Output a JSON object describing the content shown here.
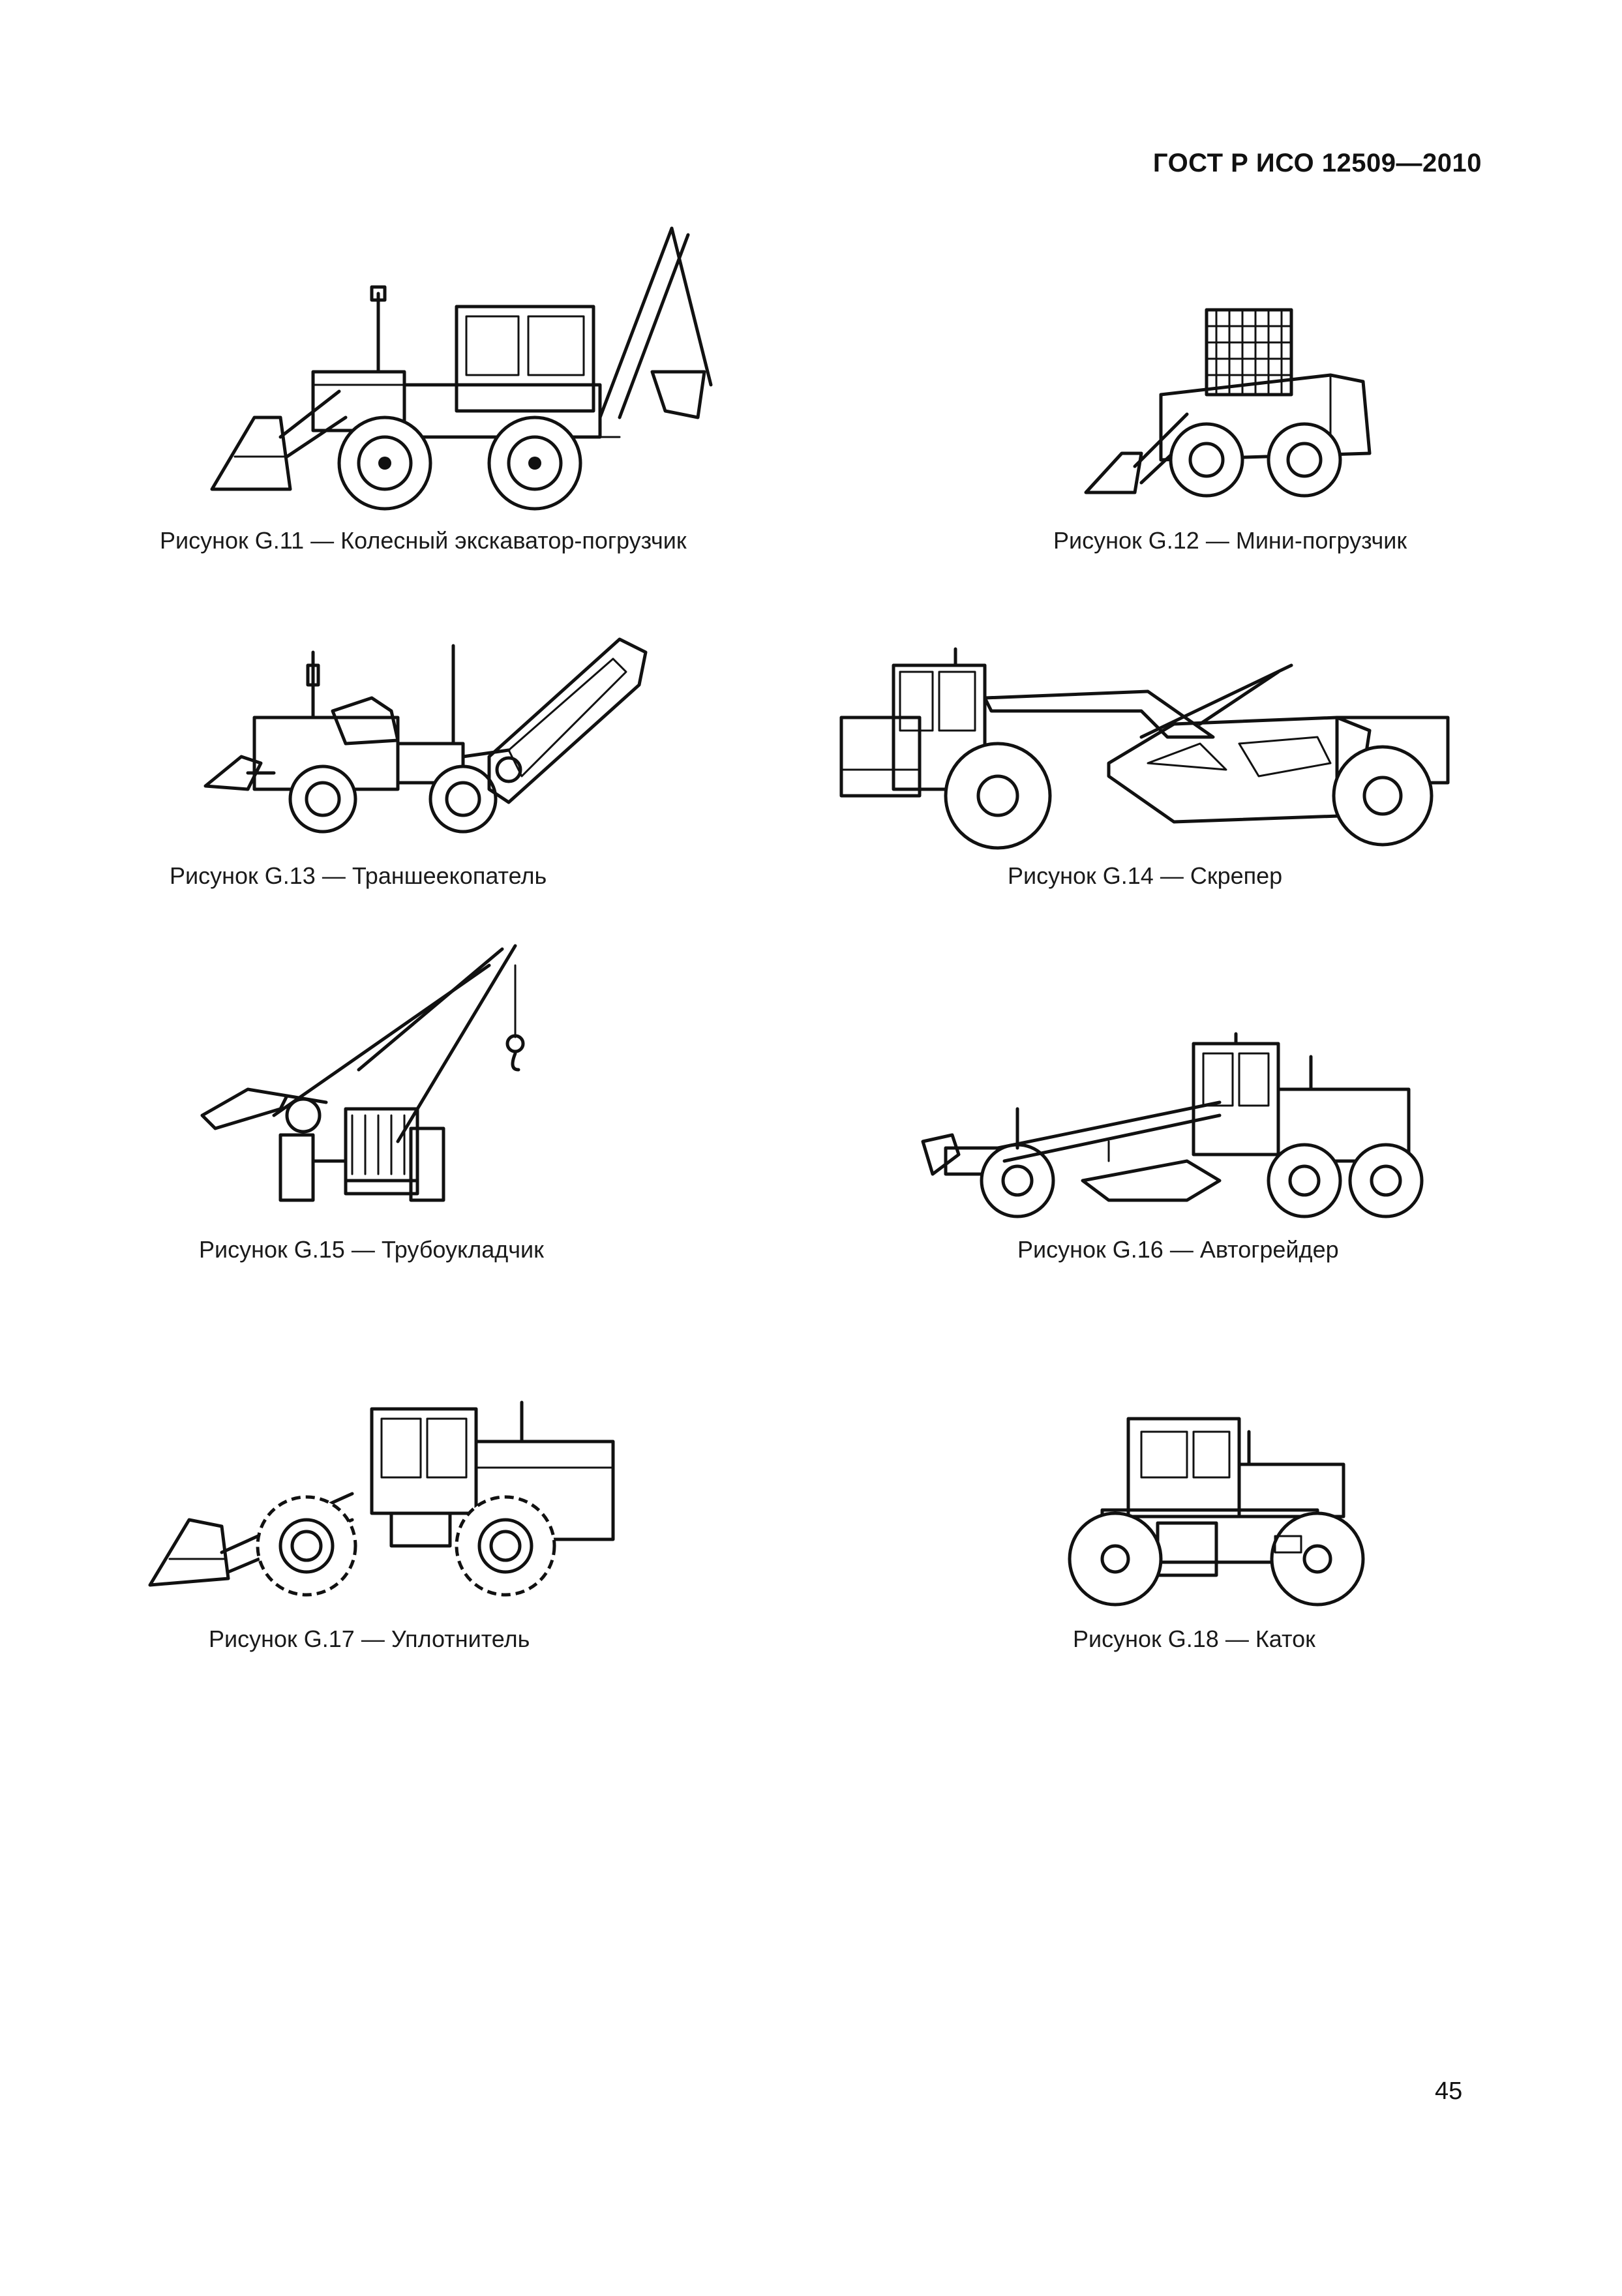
{
  "header": {
    "doc_code": "ГОСТ Р ИСО 12509—2010"
  },
  "figures": [
    {
      "caption": "Рисунок G.11 — Колесный экскаватор-погрузчик"
    },
    {
      "caption": "Рисунок G.12 — Мини-погрузчик"
    },
    {
      "caption": "Рисунок G.13 — Траншеекопатель"
    },
    {
      "caption": "Рисунок G.14 — Скрепер"
    },
    {
      "caption": "Рисунок G.15 — Трубоукладчик"
    },
    {
      "caption": "Рисунок G.16 — Автогрейдер"
    },
    {
      "caption": "Рисунок G.17 — Уплотнитель"
    },
    {
      "caption": "Рисунок G.18 — Каток"
    }
  ],
  "footer": {
    "page_number": "45"
  }
}
